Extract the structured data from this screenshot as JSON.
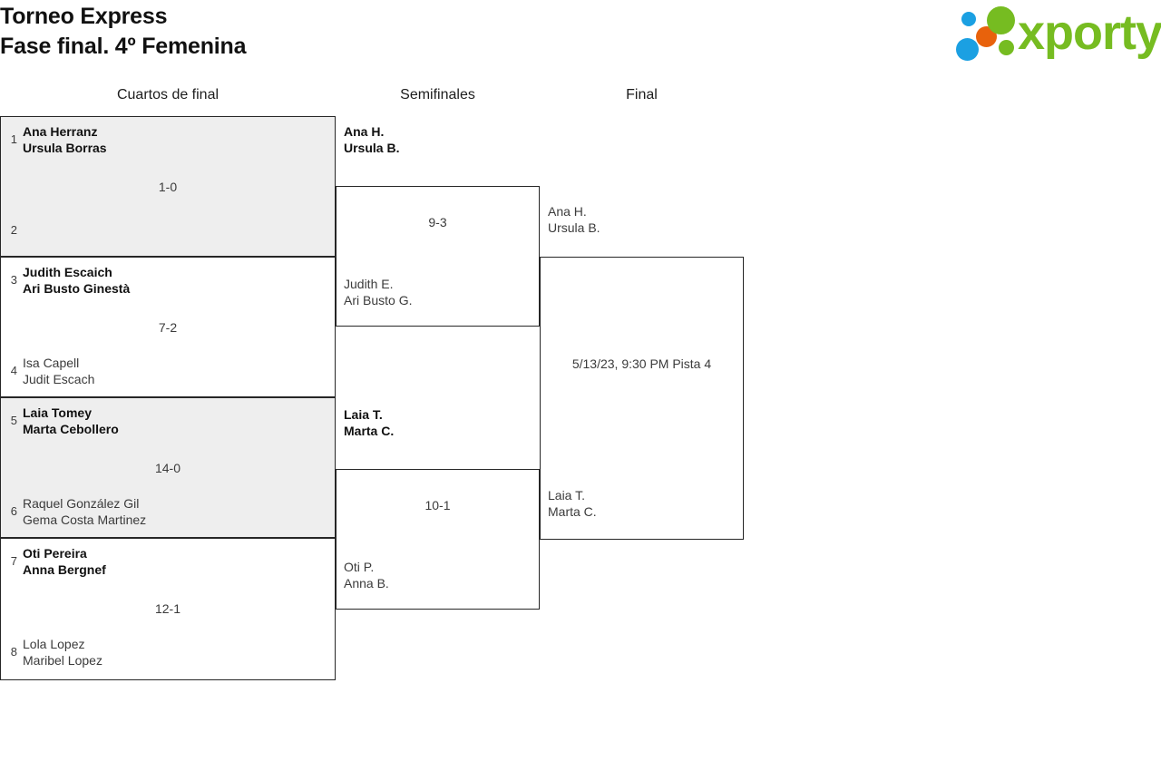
{
  "header": {
    "title_line1": "Torneo Express",
    "title_line2": "Fase final. 4º Femenina",
    "logo_word": "xporty"
  },
  "rounds": [
    {
      "label": "Cuartos de final"
    },
    {
      "label": "Semifinales"
    },
    {
      "label": "Final"
    }
  ],
  "bracket": {
    "quarterfinals": [
      {
        "score": "1-0",
        "top": {
          "seed": "1",
          "line1": "Ana Herranz",
          "line2": "Ursula Borras",
          "winner": true
        },
        "bottom": {
          "seed": "2",
          "line1": "",
          "line2": "",
          "winner": false
        }
      },
      {
        "score": "7-2",
        "top": {
          "seed": "3",
          "line1": "Judith Escaich",
          "line2": "Ari Busto Ginestà",
          "winner": true
        },
        "bottom": {
          "seed": "4",
          "line1": "Isa Capell",
          "line2": "Judit Escach",
          "winner": false
        }
      },
      {
        "score": "14-0",
        "top": {
          "seed": "5",
          "line1": "Laia Tomey",
          "line2": "Marta Cebollero",
          "winner": true
        },
        "bottom": {
          "seed": "6",
          "line1": "Raquel González Gil",
          "line2": "Gema Costa Martinez",
          "winner": false
        }
      },
      {
        "score": "12-1",
        "top": {
          "seed": "7",
          "line1": "Oti Pereira",
          "line2": "Anna Bergnef",
          "winner": true
        },
        "bottom": {
          "seed": "8",
          "line1": "Lola Lopez",
          "line2": "Maribel Lopez",
          "winner": false
        }
      }
    ],
    "semifinals": [
      {
        "score": "9-3",
        "top": {
          "line1": "Ana H.",
          "line2": "Ursula B.",
          "winner": true
        },
        "bottom": {
          "line1": "Judith E.",
          "line2": "Ari Busto G.",
          "winner": false
        }
      },
      {
        "score": "10-1",
        "top": {
          "line1": "Laia T.",
          "line2": "Marta C.",
          "winner": true
        },
        "bottom": {
          "line1": "Oti P.",
          "line2": "Anna B.",
          "winner": false
        }
      }
    ],
    "final": {
      "score": "5/13/23, 9:30 PM Pista 4",
      "top": {
        "line1": "Ana H.",
        "line2": "Ursula B.",
        "winner": false
      },
      "bottom": {
        "line1": "Laia T.",
        "line2": "Marta C.",
        "winner": false
      }
    }
  },
  "colors": {
    "logo_green": "#76bc21",
    "logo_blue": "#1ba0e2",
    "logo_orange": "#e8620c",
    "box_border": "#262626",
    "box_shade": "#eeeeee"
  }
}
